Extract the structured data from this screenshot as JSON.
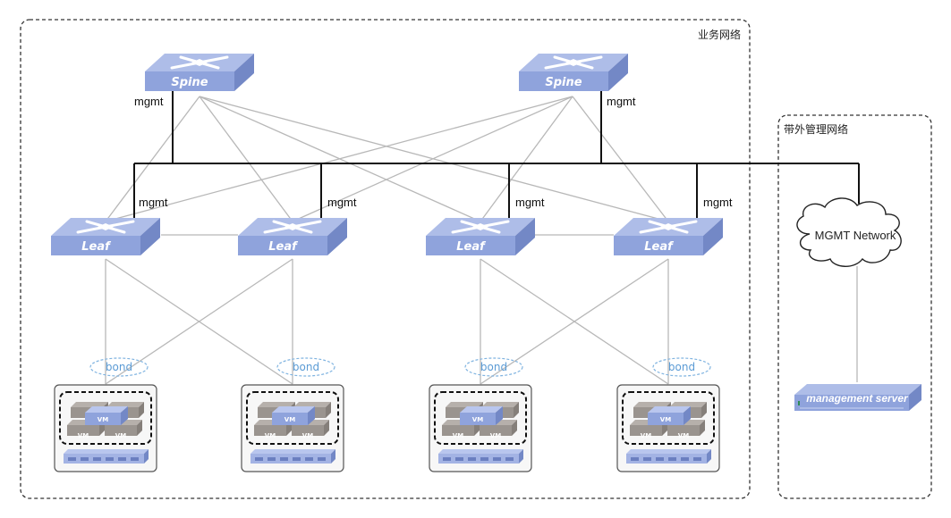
{
  "zones": {
    "business": {
      "label": "业务网络"
    },
    "oob": {
      "label": "带外管理网络"
    }
  },
  "spines": [
    {
      "label": "Spine",
      "mgmt_label": "mgmt"
    },
    {
      "label": "Spine",
      "mgmt_label": "mgmt"
    }
  ],
  "leaves": [
    {
      "label": "Leaf",
      "mgmt_label": "mgmt"
    },
    {
      "label": "Leaf",
      "mgmt_label": "mgmt"
    },
    {
      "label": "Leaf",
      "mgmt_label": "mgmt"
    },
    {
      "label": "Leaf",
      "mgmt_label": "mgmt"
    }
  ],
  "hosts": [
    {
      "bond_label": "bond",
      "vm_labels": [
        "VM",
        "VM",
        "VM"
      ]
    },
    {
      "bond_label": "bond",
      "vm_labels": [
        "VM",
        "VM",
        "VM"
      ]
    },
    {
      "bond_label": "bond",
      "vm_labels": [
        "VM",
        "VM",
        "VM"
      ]
    },
    {
      "bond_label": "bond",
      "vm_labels": [
        "VM",
        "VM",
        "VM"
      ]
    }
  ],
  "mgmt_network": {
    "label": "MGMT Network"
  },
  "mgmt_server": {
    "label": "management server"
  },
  "colors": {
    "device_top": "#aebde8",
    "device_front": "#8fa3dc",
    "device_side": "#7388c6",
    "link_gray": "#b8b8b8",
    "mgmt_line": "#111111",
    "bond_blue": "#7fb3e0",
    "vm_gray": "#9a948f"
  }
}
